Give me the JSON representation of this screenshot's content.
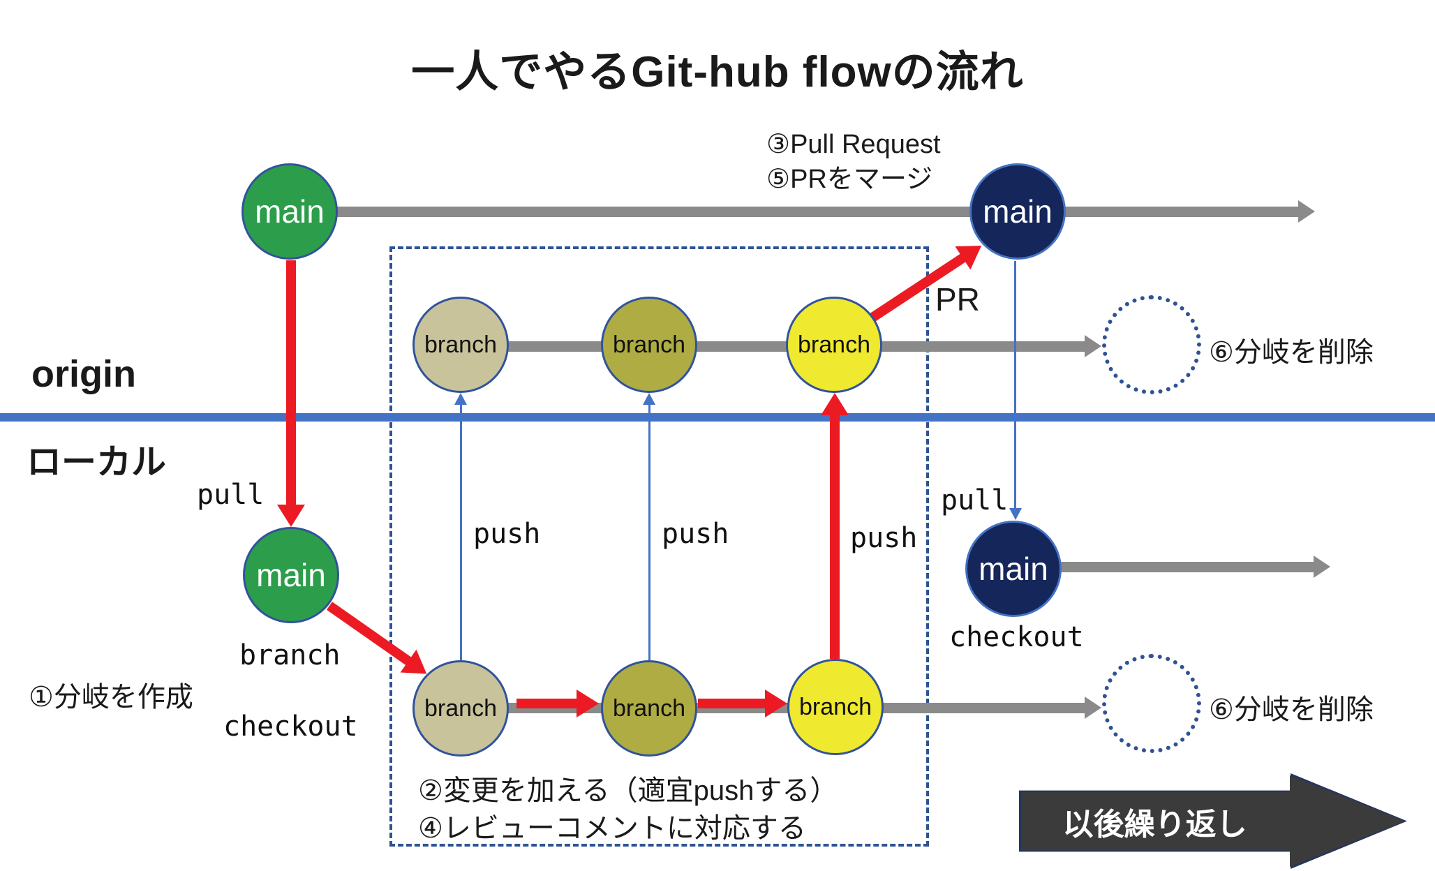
{
  "title": "一人でやるGit-hub flowの流れ",
  "lanes": {
    "remote": "origin",
    "local": "ローカル"
  },
  "nodes": {
    "origin_main_left": "main",
    "origin_main_right": "main",
    "origin_branch_1": "branch",
    "origin_branch_2": "branch",
    "origin_branch_3": "branch",
    "local_main_green": "main",
    "local_branch_1": "branch",
    "local_branch_2": "branch",
    "local_branch_3": "branch",
    "local_main_navy": "main"
  },
  "labels": {
    "pull_request": "③Pull Request",
    "pr_merge": "⑤PRをマージ",
    "pr": "PR",
    "delete_branch_origin": "⑥分岐を削除",
    "delete_branch_local": "⑥分岐を削除",
    "pull_left": "pull",
    "pull_right": "pull",
    "push_1": "push",
    "push_2": "push",
    "push_3": "push",
    "branch_cmd": "branch",
    "checkout_left": "checkout",
    "checkout_right": "checkout",
    "create_branch": "①分岐を作成",
    "make_changes": "②変更を加える（適宜pushする）",
    "review_comments": "④レビューコメントに対応する",
    "repeat": "以後繰り返し"
  },
  "colors": {
    "main_green": "#2C9E4B",
    "main_navy": "#14265A",
    "branch_tan": "#C9C39B",
    "branch_olive": "#AFAC44",
    "branch_yellow": "#EFE92F",
    "divider_blue": "#4472C4",
    "arrow_gray": "#8A8A8A",
    "arrow_red": "#EC1B23",
    "dashed_navy": "#2E5394",
    "banner_charcoal": "#3B3B3B"
  }
}
